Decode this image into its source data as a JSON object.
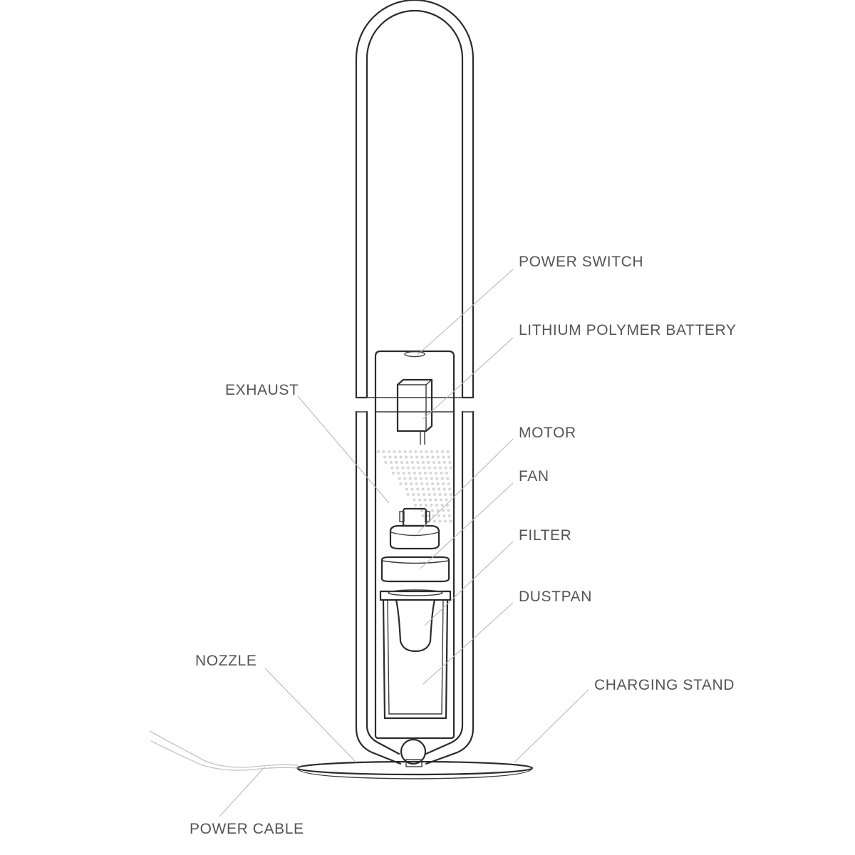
{
  "diagram": {
    "labels": {
      "power_switch": "POWER SWITCH",
      "lithium_polymer_battery": "LITHIUM POLYMER BATTERY",
      "exhaust": "EXHAUST",
      "motor": "MOTOR",
      "fan": "FAN",
      "filter": "FILTER",
      "dustpan": "DUSTPAN",
      "nozzle": "NOZZLE",
      "charging_stand": "CHARGING STAND",
      "power_cable": "POWER CABLE"
    },
    "colors": {
      "line": "#2b2b2b",
      "leader": "#b9b9b9",
      "label_text": "#555555",
      "exhaust_dots": "#d6d6d6"
    }
  }
}
